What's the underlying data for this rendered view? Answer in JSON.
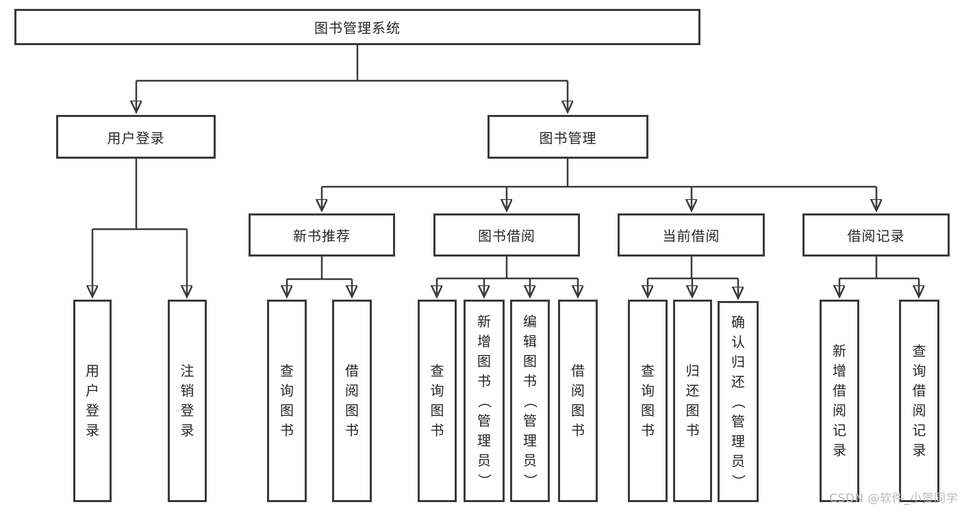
{
  "tree": {
    "root": {
      "label": "图书管理系统"
    },
    "level2": [
      {
        "label": "用户登录"
      },
      {
        "label": "图书管理"
      }
    ],
    "level3": [
      {
        "label": "新书推荐"
      },
      {
        "label": "图书借阅"
      },
      {
        "label": "当前借阅"
      },
      {
        "label": "借阅记录"
      }
    ],
    "leaves": {
      "login": [
        "用户登录",
        "注销登录"
      ],
      "recommend": [
        "查询图书",
        "借阅图书"
      ],
      "borrow": [
        "查询图书",
        "新增图书（管理员）",
        "编辑图书（管理员）",
        "借阅图书"
      ],
      "current": [
        "查询图书",
        "归还图书",
        "确认归还（管理员）"
      ],
      "records": [
        "新增借阅记录",
        "查询借阅记录"
      ]
    }
  },
  "watermark": {
    "text": "CSDN @软件_小贺同学",
    "color": "#b9b9b9"
  },
  "colors": {
    "line": "#3a3a3a",
    "text": "#262626",
    "background": "#ffffff"
  }
}
